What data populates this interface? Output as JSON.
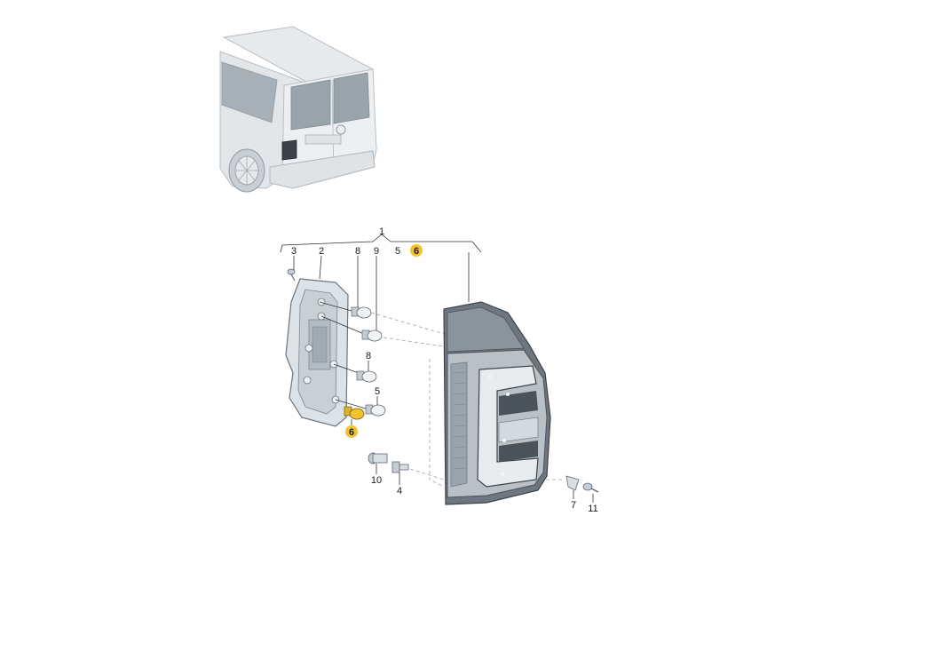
{
  "callouts": {
    "c1": "1",
    "c2": "2",
    "c3": "3",
    "c4": "4",
    "c5_top": "5",
    "c5_mid": "5",
    "c6_top": "6",
    "c6_mid": "6",
    "c7": "7",
    "c8_top": "8",
    "c8_mid": "8",
    "c9": "9",
    "c10": "10",
    "c11": "11"
  },
  "colors": {
    "highlight": "#f2c230",
    "body": "#e9ecee",
    "glass": "#c6ccd1",
    "lamp_dark": "#6e7780",
    "lamp_mid": "#b9c0c6",
    "holder": "#dde2e6"
  },
  "highlighted_part": "6"
}
